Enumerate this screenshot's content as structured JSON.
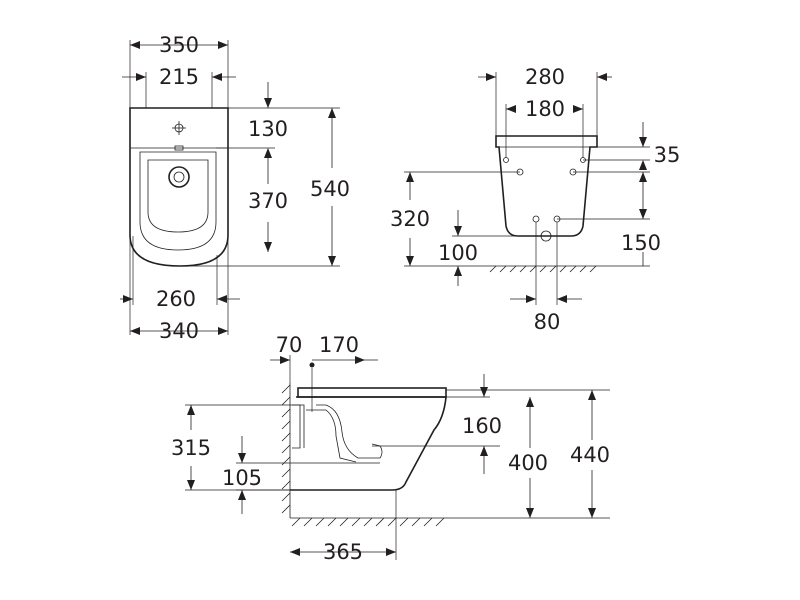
{
  "drawing": {
    "top_view": {
      "dims": {
        "overall_width": "350",
        "inner_width": "215",
        "top_to_hole": "130",
        "bowl_length": "370",
        "overall_length": "540",
        "bottom_inner_width": "260",
        "bottom_outer_width": "340"
      }
    },
    "rear_view": {
      "dims": {
        "overall_width": "280",
        "fixing_spacing": "180",
        "top_offset": "35",
        "fixing_height": "320",
        "waste_height": "100",
        "fixing_vertical_spacing": "150",
        "waste_width": "80"
      }
    },
    "side_view": {
      "dims": {
        "wall_to_inlet": "70",
        "inlet_to_front": "170",
        "fixing_height": "315",
        "waste_height": "105",
        "seat_offset": "160",
        "rim_height": "400",
        "overall_height": "440",
        "projection": "365"
      }
    }
  }
}
